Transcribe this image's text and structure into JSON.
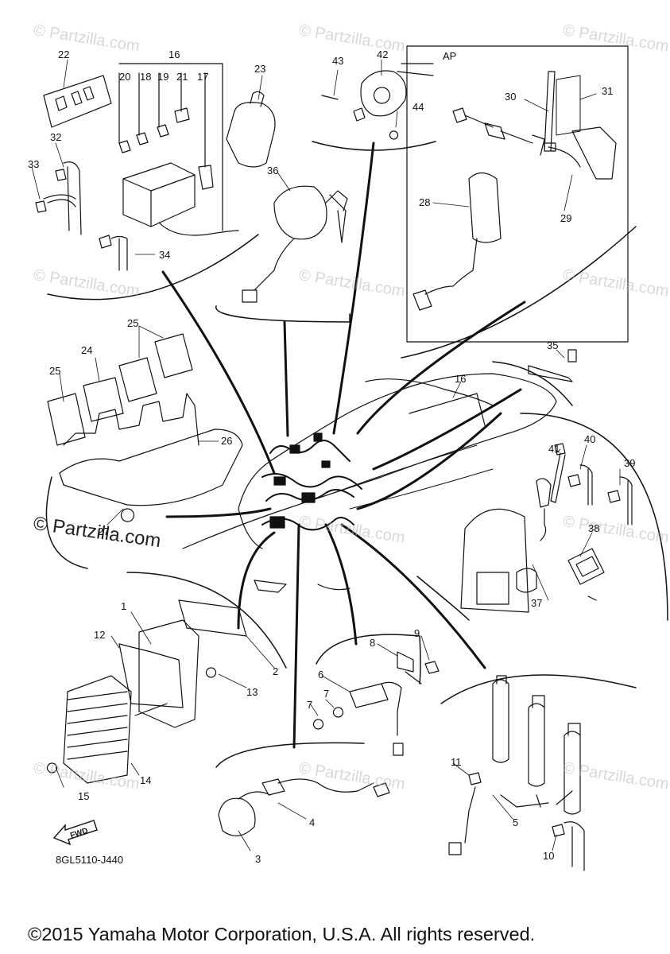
{
  "diagram": {
    "section_label": "AP",
    "drawing_code": "8GL5110-J440",
    "copyright": "©2015 Yamaha Motor Corporation, U.S.A. All rights reserved.",
    "fwd_label": "FWD",
    "watermark_text": "© Partzilla.com",
    "callouts": {
      "c1": "1",
      "c2": "2",
      "c3": "3",
      "c4": "4",
      "c5": "5",
      "c6": "6",
      "c7a": "7",
      "c7b": "7",
      "c8": "8",
      "c9": "9",
      "c10": "10",
      "c11": "11",
      "c12": "12",
      "c13": "13",
      "c14": "14",
      "c15": "15",
      "c16": "16",
      "c16b": "16",
      "c17": "17",
      "c18": "18",
      "c19": "19",
      "c20": "20",
      "c21": "21",
      "c22": "22",
      "c23": "23",
      "c24": "24",
      "c25a": "25",
      "c25b": "25",
      "c26": "26",
      "c27": "27",
      "c28": "28",
      "c29": "29",
      "c30": "30",
      "c31": "31",
      "c32": "32",
      "c33": "33",
      "c34": "34",
      "c35": "35",
      "c36": "36",
      "c37": "37",
      "c38": "38",
      "c39": "39",
      "c40": "40",
      "c41": "41",
      "c42": "42",
      "c43": "43",
      "c44": "44"
    }
  }
}
